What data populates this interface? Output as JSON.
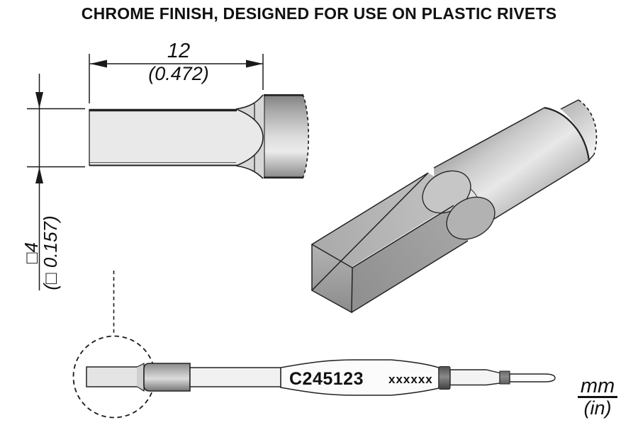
{
  "title": "CHROME FINISH, DESIGNED FOR USE ON PLASTIC RIVETS",
  "front_view": {
    "length_dim_mm": "12",
    "length_dim_in": "(0.472)",
    "width_dim_mm": "□4",
    "width_dim_in": "(□ 0.157)"
  },
  "cartridge": {
    "model": "C245123",
    "marking": "xxxxxx"
  },
  "units": {
    "primary": "mm",
    "secondary": "(in)"
  },
  "colors": {
    "outline": "#1a1a1a",
    "blade_fill": "#e9e9e9",
    "flare_fill": "#d7d7d7",
    "metal_light": "#ececec",
    "metal_mid": "#a8a8a8",
    "metal_dark": "#828282",
    "band_dark": "#4a4a4a",
    "background": "#ffffff"
  }
}
